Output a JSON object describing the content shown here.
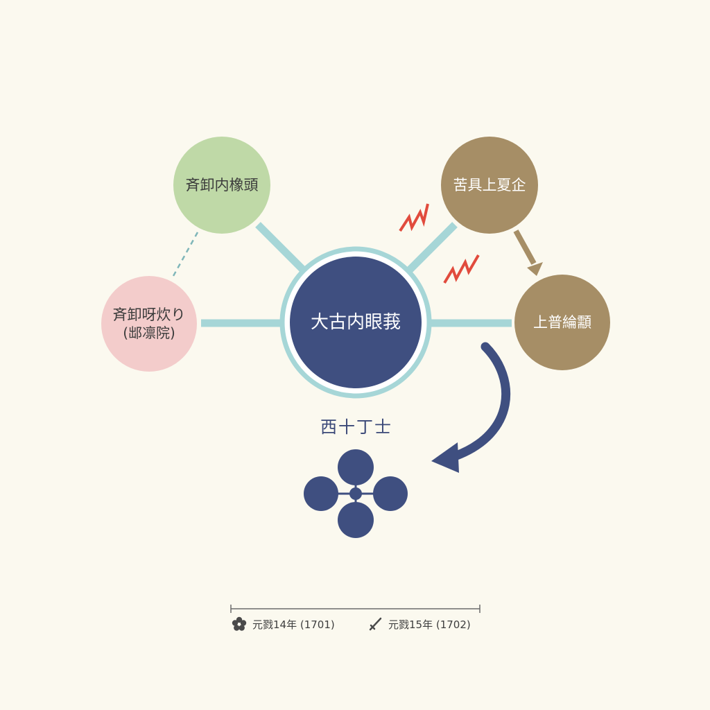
{
  "colors": {
    "background": "#fbf9ef",
    "connector": "#a6d6d7",
    "center": "#3f4f80",
    "green": "#bfd9a7",
    "pink": "#f3cccb",
    "brown": "#a68e66",
    "conflict": "#e14b3d"
  },
  "nodes": {
    "center": {
      "label": "大古内眼莪"
    },
    "top_left": {
      "label": "斉卸内橡頭"
    },
    "left": {
      "label": "斉卸呀炊り",
      "sub": "(䢺凛院)"
    },
    "top_right": {
      "label": "苦具上夏企"
    },
    "right": {
      "label": "上普綸顬"
    }
  },
  "group": {
    "label": "西十丁士"
  },
  "timeline": {
    "items": [
      {
        "icon": "flower-crest-icon",
        "text": "元戮14年 (1701)"
      },
      {
        "icon": "sword-icon",
        "text": "元戮15年 (1702)"
      }
    ]
  }
}
